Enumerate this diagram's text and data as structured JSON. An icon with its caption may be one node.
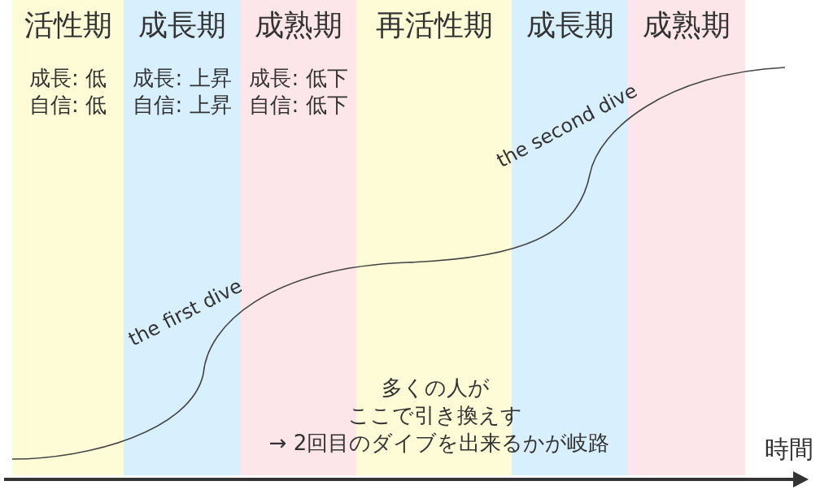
{
  "diagram": {
    "nodes": [
      {
        "text": [
          "活性期",
          "成長: 低",
          "自信: 低"
        ]
      },
      {
        "text": [
          "成長期",
          "成長: 上昇",
          "自信: 上昇"
        ]
      },
      {
        "text": [
          "成熟期",
          "成長: 低下",
          "自信: 低下"
        ]
      },
      {
        "text": [
          "再活性期"
        ]
      },
      {
        "text": [
          "成長期"
        ]
      },
      {
        "text": [
          "成熟期"
        ]
      }
    ],
    "labels": [
      "the second dive",
      "the first dive",
      "多くの人が",
      "ここで引き換えす",
      "→ 2回目のダイブを出来るかが岐路",
      "時間"
    ]
  }
}
